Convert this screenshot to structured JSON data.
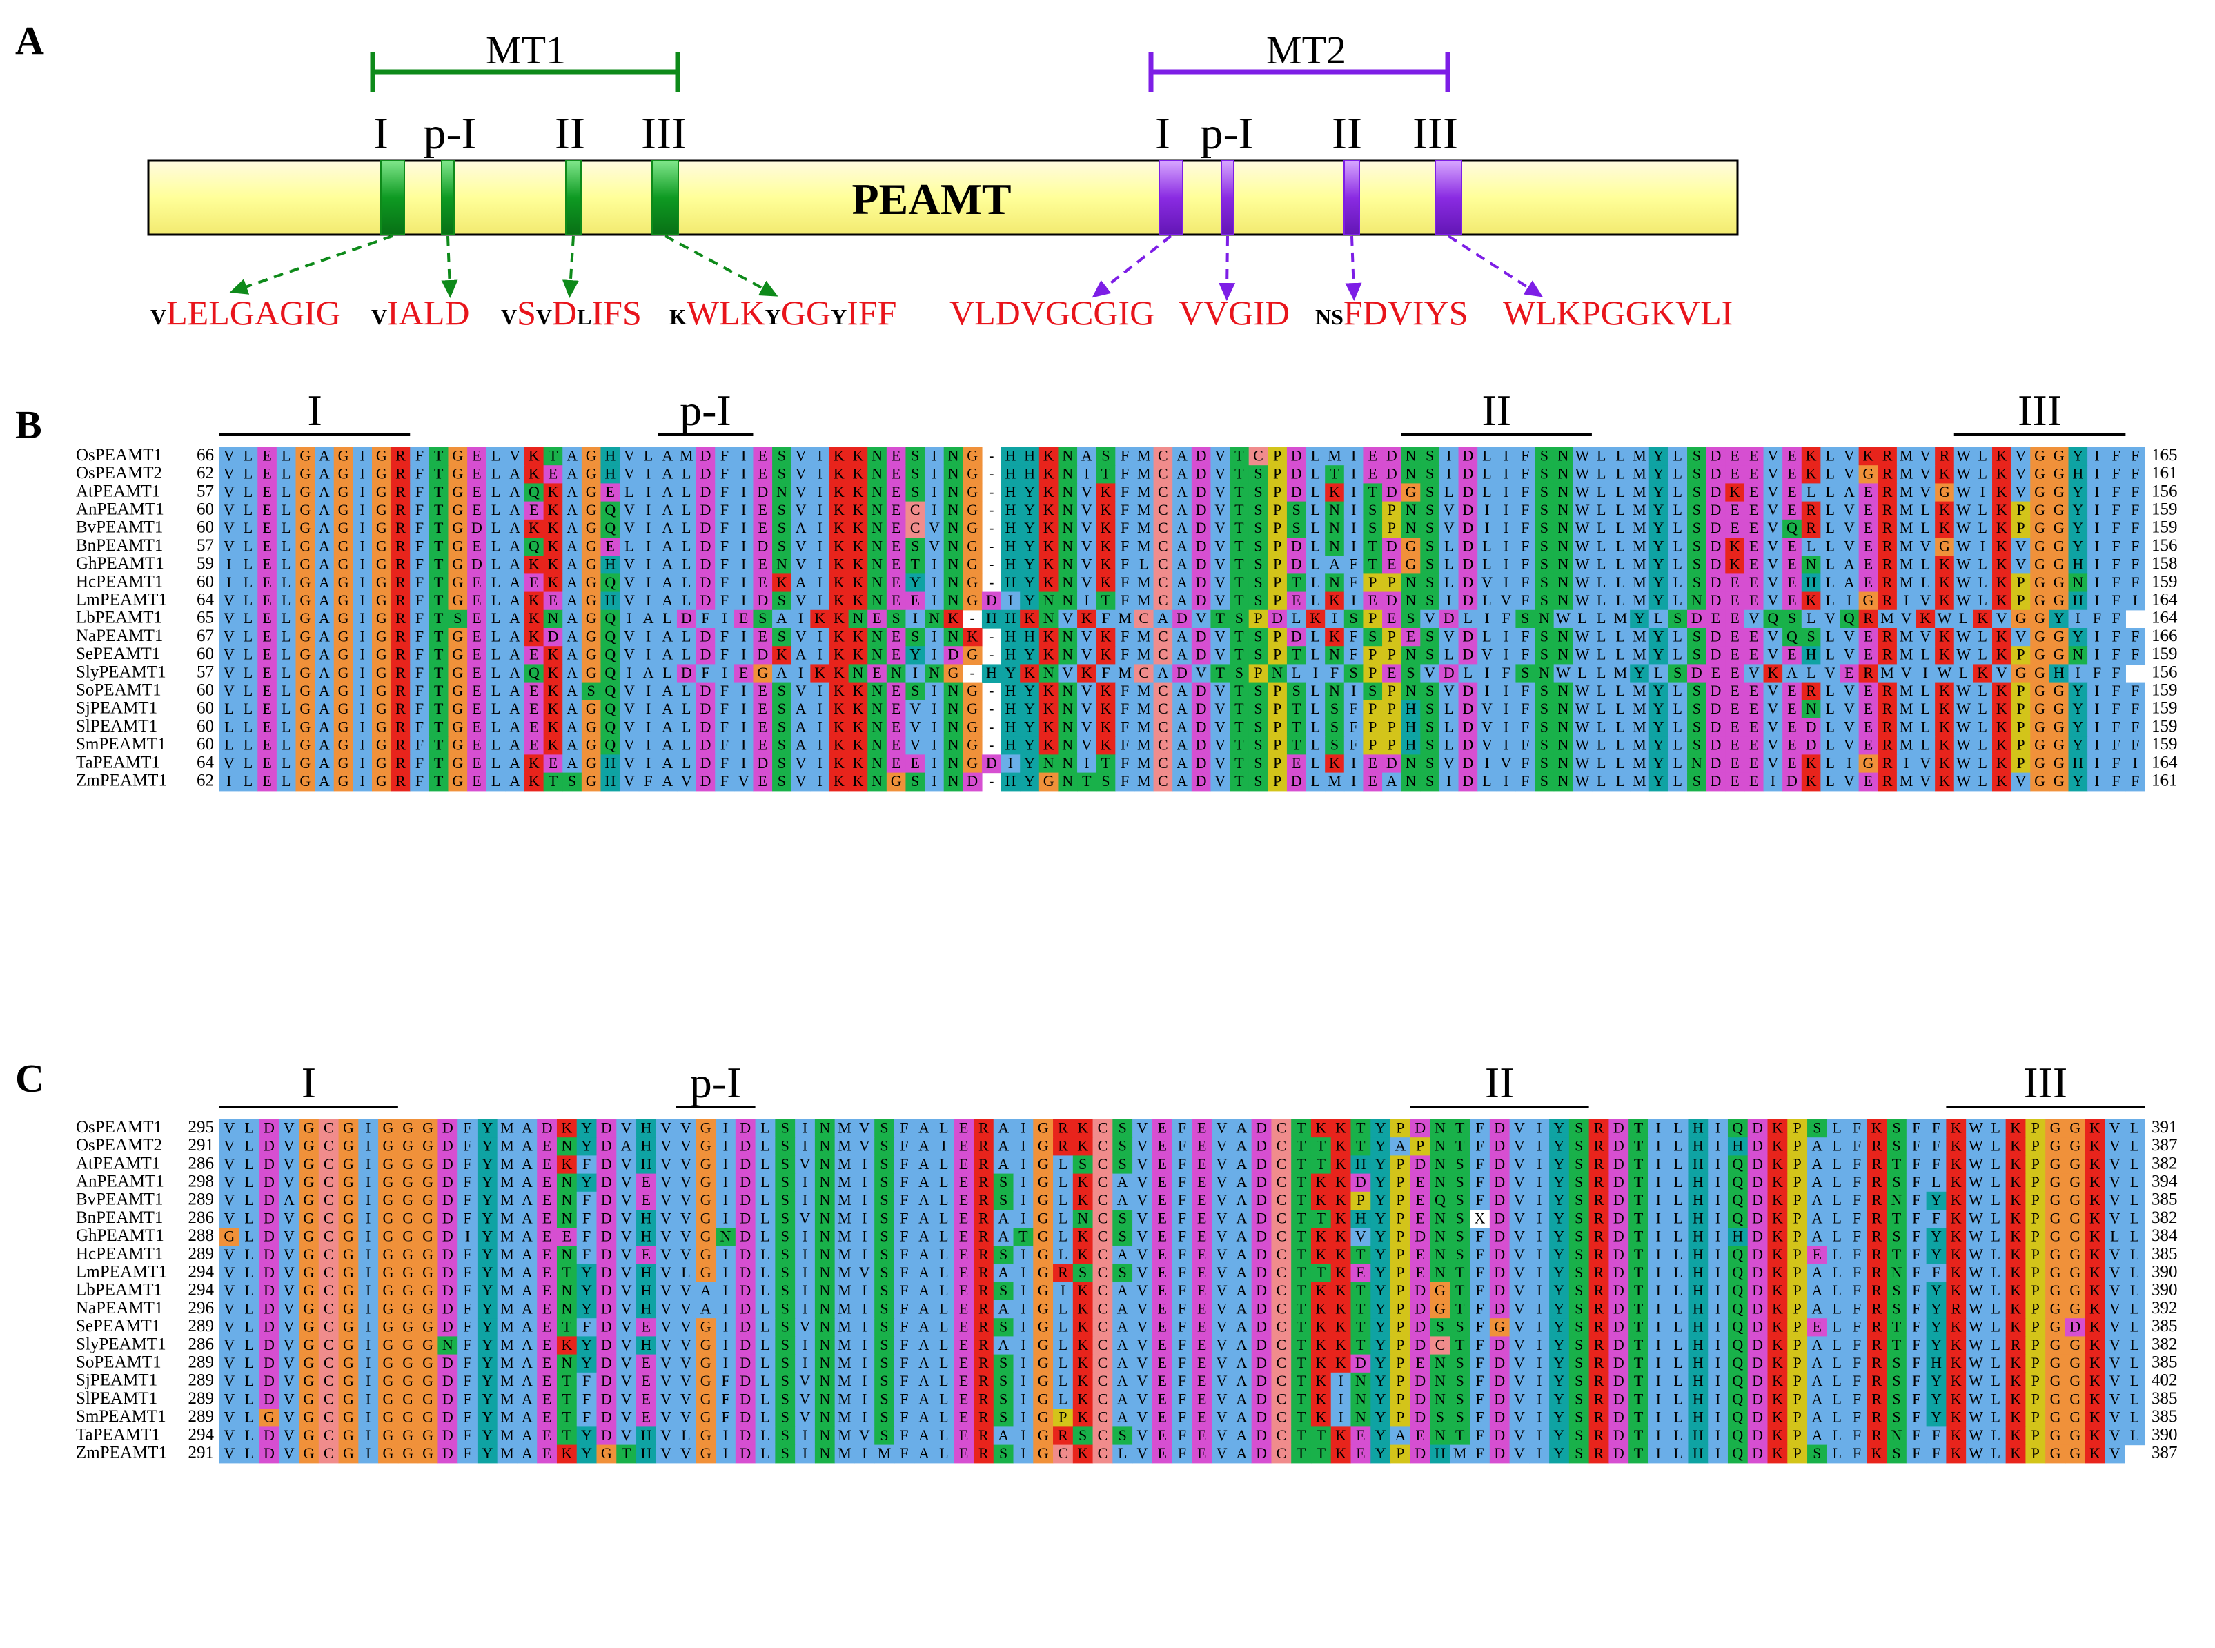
{
  "panelA": {
    "panel_label": "A",
    "domain_name": "PEAMT",
    "mt1": {
      "label": "MT1",
      "color": "#0e8a1a",
      "motifs": [
        {
          "label": "I",
          "parts": [
            [
              "V",
              "small"
            ],
            [
              "LELGAGIG",
              "big"
            ]
          ]
        },
        {
          "label": "p-I",
          "parts": [
            [
              "V",
              "small"
            ],
            [
              "IALD",
              "big"
            ]
          ]
        },
        {
          "label": "II",
          "parts": [
            [
              "V",
              "small"
            ],
            [
              "S",
              "big"
            ],
            [
              "V",
              "small"
            ],
            [
              "D",
              "big"
            ],
            [
              "L",
              "small"
            ],
            [
              "IFS",
              "big"
            ]
          ]
        },
        {
          "label": "III",
          "parts": [
            [
              "K",
              "small"
            ],
            [
              "WLK",
              "big"
            ],
            [
              "Y",
              "small"
            ],
            [
              "GG",
              "big"
            ],
            [
              "Y",
              "small"
            ],
            [
              "IFF",
              "big"
            ]
          ]
        }
      ]
    },
    "mt2": {
      "label": "MT2",
      "color": "#7d1ee6",
      "motifs": [
        {
          "label": "I",
          "parts": [
            [
              "VLDVGCGIG",
              "big"
            ]
          ]
        },
        {
          "label": "p-I",
          "parts": [
            [
              "VVGID",
              "big"
            ]
          ]
        },
        {
          "label": "II",
          "parts": [
            [
              "NS",
              "small"
            ],
            [
              "FDVIYS",
              "big"
            ]
          ]
        },
        {
          "label": "III",
          "parts": [
            [
              "WLKPGGKVLI",
              "big"
            ]
          ]
        }
      ]
    },
    "colors": {
      "domain_fill": "#ffff99",
      "motif_text": "#e8141b",
      "prefix_text": "#000000"
    }
  },
  "panelB": {
    "panel_label": "B",
    "motif_labels": [
      "I",
      "p-I",
      "II",
      "III"
    ],
    "rows": [
      {
        "name": "OsPEAMT1",
        "start": "66",
        "seq": "VLELGAGIGRFTGELVKTAGHVLAMDFIESVIKKNESING-HHKNASFMCADVTCPDLMIEDNSIDLIFSNWLLMYLSDEEVEKLVKRMVRWLKVGGYIFF",
        "end": "165"
      },
      {
        "name": "OsPEAMT2",
        "start": "62",
        "seq": "VLELGAGIGRFTGELAKEAGHVIALDFIESVIKKNESING-HHKNITFMCADVTSPDLTIEDNSIDLIFSNWLLMYLSDEEVEKLVGRMVKWLKVGGHIFF",
        "end": "161"
      },
      {
        "name": "AtPEAMT1",
        "start": "57",
        "seq": "VLELGAGIGRFTGELAQKAGELIALDFIDNVIKKNESING-HYKNVKFMCADVTSPDLKITDGSLDLIFSNWLLMYLSDKEVELLAERMVGWIKVGGYIFF",
        "end": "156"
      },
      {
        "name": "AnPEAMT1",
        "start": "60",
        "seq": "VLELGAGIGRFTGELAEKAGQVIALDFIESVIKKNECING-HYKNVKFMCADVTSPSLNISPNSVDIIFSNWLLMYLSDEEVERLVERMLKWLKPGGYIFF",
        "end": "159"
      },
      {
        "name": "BvPEAMT1",
        "start": "60",
        "seq": "VLELGAGIGRFTGDLAKKAGQVIALDFIESAIKKNECVNG-HYKNVKFMCADVTSPSLNISPNSVDIIFSNWLLMYLSDEEVQRLVERMLKWLKPGGYIFF",
        "end": "159"
      },
      {
        "name": "BnPEAMT1",
        "start": "57",
        "seq": "VLELGAGIGRFTGELAQKAGELIALDFIDSVIKKNESVNG-HYKNVKFMCADVTSPDLNITDGSLDLIFSNWLLMYLSDKEVELLVERMVGWIKVGGYIFF",
        "end": "156"
      },
      {
        "name": "GhPEAMT1",
        "start": "59",
        "seq": "ILELGAGIGRFTGDLAKKAGHVIALDFIENVIKKNETING-HYKNVKFLCADVTSPDLAFTEGSLDLIFSNWLLMYLSDKEVENLAERMLKWLKVGGHIFF",
        "end": "158"
      },
      {
        "name": "HcPEAMT1",
        "start": "60",
        "seq": "ILELGAGIGRFTGELAEKAGQVIALDFIEKAIKKNEYING-HYKNVKFMCADVTSPTLNFPPNSLDVIFSNWLLMYLSDEEVEHLAERMLKWLKPGGNIFF",
        "end": "159"
      },
      {
        "name": "LmPEAMT1",
        "start": "64",
        "seq": "VLELGAGIGRFTGELAKEAGHVIALDFIDSVIKKNEEINGDIYNNITFMCADVTSPELKIEDNSIDLVFSNWLLMYLNDEEVEKLIGRIVKWLKPGGHIFI",
        "end": "164"
      },
      {
        "name": "LbPEAMT1",
        "start": "65",
        "seq": "VLELGAGIGRFTSELAKNAGQIALDFIESAIKKNESINK-HHKNVKFMCADVTSPDLKISPESVDLIFSNWLLMYLSDEEVQSLVQRMVKWLKVGGYIFF",
        "end": "164"
      },
      {
        "name": "NaPEAMT1",
        "start": "67",
        "seq": "VLELGAGIGRFTGELAKDAGQVIALDFIESVIKKNESINK-HHKNVKFMCADVTSPDLKFSPESVDLIFSNWLLMYLSDEEVQSLVERMVKWLKVGGYIFF",
        "end": "166"
      },
      {
        "name": "SePEAMT1",
        "start": "60",
        "seq": "VLELGAGIGRFTGELAEKAGQVIALDFIDKAIKKNEYIDG-HYKNVKFMCADVTSPTLNFPPNSLDVIFSNWLLMYLSDEEVEHLVERMLKWLKPGGNIFF",
        "end": "159"
      },
      {
        "name": "SlyPEAMT1",
        "start": "57",
        "seq": "VLELGAGIGRFTGELAQKAGQIALDFIEGAIKKNENING-HYKNVKFMCADVTSPNLIFSPESVDLIFSNWLLMYLSDEEVKALVERMVIWLKVGGHIFF",
        "end": "156"
      },
      {
        "name": "SoPEAMT1",
        "start": "60",
        "seq": "VLELGAGIGRFTGELAEKASQVIALDFIESVIKKNESING-HYKNVKFMCADVTSPSLNISPNSVDIIFSNWLLMYLSDEEVERLVERMLKWLKPGGYIFF",
        "end": "159"
      },
      {
        "name": "SjPEAMT1",
        "start": "60",
        "seq": "LLELGAGIGRFTGELAEKAGQVIALDFIESAIKKNEVING-HYKNVKFMCADVTSPTLSFPPHSLDVIFSNWLLMYLSDEEVENLVERMLKWLKPGGYIFF",
        "end": "159"
      },
      {
        "name": "SlPEAMT1",
        "start": "60",
        "seq": "LLELGAGIGRFTGELAEKAGQVIALDFIESAIKKNEVING-HYKNVKFMCADVTSPTLSFPPHSLDVIFSNWLLMYLSDEEVEDLVERMLKWLKPGGYIFF",
        "end": "159"
      },
      {
        "name": "SmPEAMT1",
        "start": "60",
        "seq": "LLELGAGIGRFTGELAEKAGQVIALDFIESAIKKNEVING-HYKNVKFMCADVTSPTLSFPPHSLDVIFSNWLLMYLSDEEVEDLVERMLKWLKPGGYIFF",
        "end": "159"
      },
      {
        "name": "TaPEAMT1",
        "start": "64",
        "seq": "VLELGAGIGRFTGELAKEAGHVIALDFIDSVIKKNEEINGDIYNNITFMCADVTSPELKIEDNSVDIVFSNWLLMYLNDEEVEKLIGRIVKWLKPGGHIFI",
        "end": "164"
      },
      {
        "name": "ZmPEAMT1",
        "start": "62",
        "seq": "ILELGAGIGRFTGELAKTSGHVFAVDFVESVIKKNGSIND-HYGNTSFMCADVTSPDLMIEANSIDLIFSNWLLMYLSDEEIDKLVERMVKWLKVGGYIFF",
        "end": "161"
      }
    ]
  },
  "panelC": {
    "panel_label": "C",
    "motif_labels": [
      "I",
      "p-I",
      "II",
      "III"
    ],
    "rows": [
      {
        "name": "OsPEAMT1",
        "start": "295",
        "seq": "VLDVGCGIGGGDFYMADKYDVHVVGIDLSINMVSFALERAIGRKCSVEFEVADCTKKTYPDNTFDVIYSRDTILHIQDKPSLFKSFFKWLKPGGKVL",
        "end": "391"
      },
      {
        "name": "OsPEAMT2",
        "start": "291",
        "seq": "VLDVGCGIGGGDFYMAENYDAHVVGIDLSINMVSFAIERAIGRKCSVEFEVADCTTKTYAPNTFDVIYSRDTILHIHDKPALFRSFFKWLKPGGKVL",
        "end": "387"
      },
      {
        "name": "AtPEAMT1",
        "start": "286",
        "seq": "VLDVGCGIGGGDFYMAEKFDVHVVGIDLSVNMISFALERAIGLSCSVEFEVADCTTKHYPDNSFDVIYSRDTILHIQDKPALFRTFFKWLKPGGKVL",
        "end": "382"
      },
      {
        "name": "AnPEAMT1",
        "start": "298",
        "seq": "VLDVGCGIGGGDFYMAENYDVEVVGIDLSINMISFALERSIGLKCAVEFEVADCTKKDYPENSFDVIYSRDTILHIQDKPALFRSFLKWLKPGGKVL",
        "end": "394"
      },
      {
        "name": "BvPEAMT1",
        "start": "289",
        "seq": "VLDAGCGIGGGDFYMAENFDVEVVGIDLSINMISFALERSIGLKCAVEFEVADCTKKPYPEQSFDVIYSRDTILHIQDKPALFRNFYKWLKPGGKVL",
        "end": "385"
      },
      {
        "name": "BnPEAMT1",
        "start": "286",
        "seq": "VLDVGCGIGGGDFYMAENFDVHVVGIDLSVNMISFALERAIGLNCSVEFEVADCTTKHYPENSXDVIYSRDTILHIQDKPALFRTFFKWLKPGGKVL",
        "end": "382"
      },
      {
        "name": "GhPEAMT1",
        "start": "288",
        "seq": "GLDVGCGIGGGDIYMAEEFDVHVVGNDLSINMISFALERATGLKCSVEFEVADCTKKVYPDNSFDVIYSRDTILHIHDKPALFRSFYKWLKPGGKLL",
        "end": "384"
      },
      {
        "name": "HcPEAMT1",
        "start": "289",
        "seq": "VLDVGCGIGGGDFYMAENFDVEVVGIDLSINMISFALERSIGLKCAVEFEVADCTKKTYPENSFDVIYSRDTILHIQDKPELFRTFYKWLKPGGKVL",
        "end": "385"
      },
      {
        "name": "LmPEAMT1",
        "start": "294",
        "seq": "VLDVGCGIGGGDFYMAETYDVHVLGIDLSINMVSFALERAIGRSCSVEFEVADCTTKEYPENTFDVIYSRDTILHIQDKPALFRNFFKWLKPGGKVL",
        "end": "390"
      },
      {
        "name": "LbPEAMT1",
        "start": "294",
        "seq": "VLDVGCGIGGGDFYMAENYDVHVVAIDLSINMISFALERSIGIKCAVEFEVADCTKKTYPDGTFDVIYSRDTILHIQDKPALFRSFYKWLKPGGKVL",
        "end": "390"
      },
      {
        "name": "NaPEAMT1",
        "start": "296",
        "seq": "VLDVGCGIGGGDFYMAENYDVHVVAIDLSINMISFALERAIGLKCAVEFEVADCTKKTYPDGTFDVIYSRDTILHIQDKPALFRSFYRWLKPGGKVL",
        "end": "392"
      },
      {
        "name": "SePEAMT1",
        "start": "289",
        "seq": "VLDVGCGIGGGDFYMAETFDVEVVGIDLSVNMISFALERSIGLKCAVEFEVADCTKKTYPDSSFGVIYSRDTILHIQDKPELFRTFYKWLKPGDKVL",
        "end": "385"
      },
      {
        "name": "SlyPEAMT1",
        "start": "286",
        "seq": "VLDVGCGIGGGNFYMAEKYDVHVVGIDLSINMISFALERAIGLKCAVEFEVADCTKKTYPDCTFDVIYSRDTILHIQDKPALFRTFYKWLRPGGKVL",
        "end": "382"
      },
      {
        "name": "SoPEAMT1",
        "start": "289",
        "seq": "VLDVGCGIGGGDFYMAENYDVEVVGIDLSINMISFALERSIGLKCAVEFEVADCTKKDYPENSFDVIYSRDTILHIQDKPALFRSFHKWLKPGGKVL",
        "end": "385"
      },
      {
        "name": "SjPEAMT1",
        "start": "289",
        "seq": "VLDVGCGIGGGDFYMAETFDVEVVGFDLSVNMISFALERSIGLKCAVEFEVADCTKINYPDNSFDVIYSRDTILHIQDKPALFRSFYKWLKPGGKVL",
        "end": "402"
      },
      {
        "name": "SlPEAMT1",
        "start": "289",
        "seq": "VLDVGCGIGGGDFYMAETFDVEVVGFDLSVNMISFALERSIGLKCAVEFEVADCTKINYPDNSFDVIYSRDTILHIQDKPALFRSFYKWLKPGGKVL",
        "end": "385"
      },
      {
        "name": "SmPEAMT1",
        "start": "289",
        "seq": "VLGVGCGIGGGDFYMAETFDVEVVGFDLSVNMISFALERSIGPKCAVEFEVADCTKINYPDSSFDVIYSRDTILHIQDKPALFRSFYKWLKPGGKVL",
        "end": "385"
      },
      {
        "name": "TaPEAMT1",
        "start": "294",
        "seq": "VLDVGCGIGGGDFYMAETYDVHVLGIDLSINMVSFALERAIGRSCSVEFEVADCTTKEYAENTFDVIYSRDTILHIQDKPALFRNFFKWLKPGGKVL",
        "end": "390"
      },
      {
        "name": "ZmPEAMT1",
        "start": "291",
        "seq": "VLDVGCGIGGGDFYMAEKYGTHVVGIDLSINMIMFALERSIGCKCLVEFEVADCTTKEYPDHMFDVIYSRDTILHIQDKPSLFKSFFKWLKPGGKV",
        "end": "387"
      }
    ]
  },
  "residue_colors": {
    "hydrophobic": "#6aaee8",
    "acidic": "#d64fd1",
    "basic": "#e8241c",
    "polar": "#19b14a",
    "glycine": "#f0913a",
    "proline": "#d3c41a",
    "aromatic": "#0fa3a3",
    "cysteine": "#f08c8c",
    "other": "#ffffff"
  }
}
